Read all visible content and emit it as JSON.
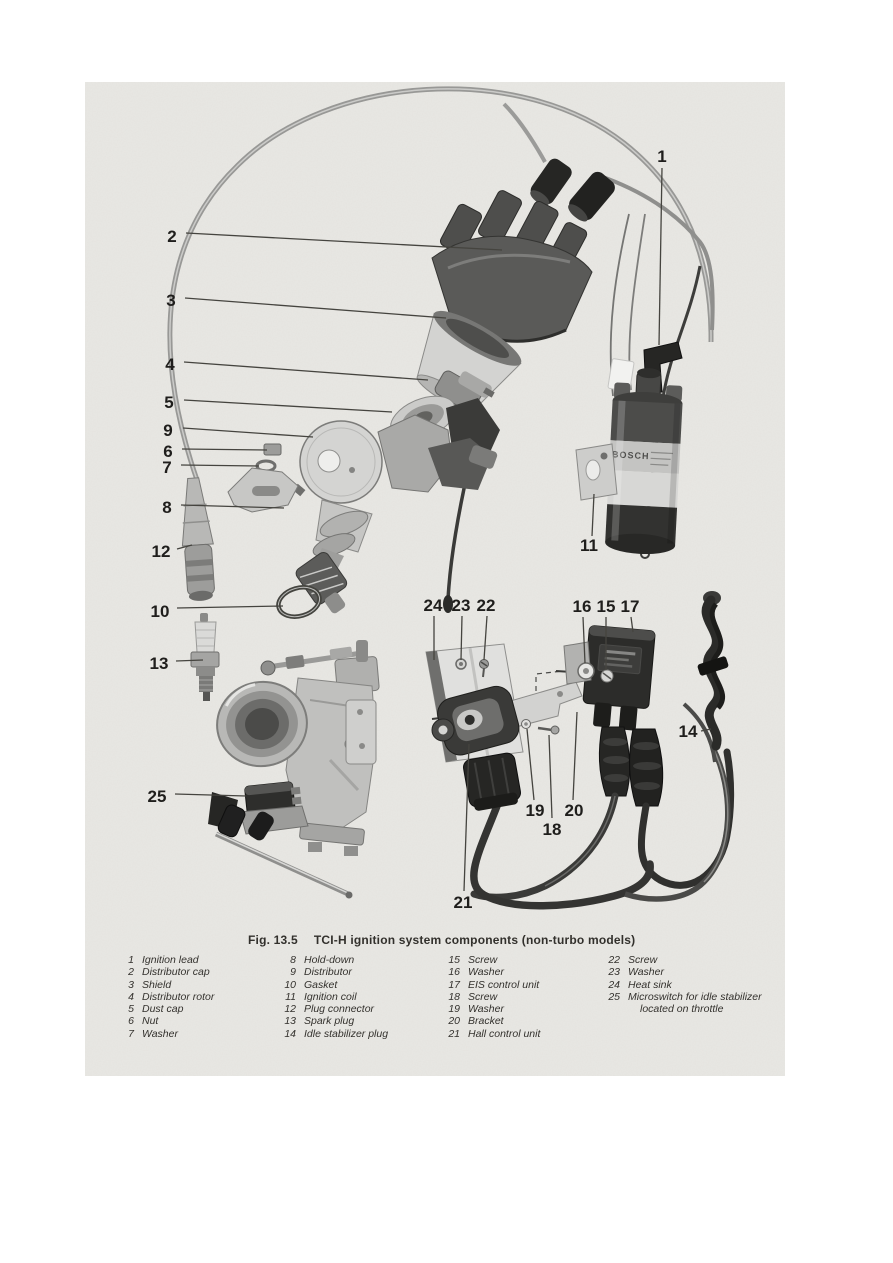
{
  "document": {
    "type": "scanned-manual-page",
    "caption": {
      "fig_label": "Fig. 13.5",
      "title": "TCI-H ignition system components (non-turbo models)"
    },
    "coil_brand": "BOSCH",
    "colors": {
      "paper": "#e9e8e4",
      "page_background": "#ffffff",
      "ink": "#1f1e1c",
      "line_art_gray": "#8f8f8d"
    }
  },
  "callouts": {
    "c1": "1",
    "c2": "2",
    "c3": "3",
    "c4": "4",
    "c5": "5",
    "c6": "6",
    "c7": "7",
    "c8": "8",
    "c9": "9",
    "c10": "10",
    "c11": "11",
    "c12": "12",
    "c13": "13",
    "c14": "14",
    "c15": "15",
    "c16": "16",
    "c17": "17",
    "c18": "18",
    "c19": "19",
    "c20": "20",
    "c21": "21",
    "c22": "22",
    "c23": "23",
    "c24": "24",
    "c25": "25"
  },
  "legend": {
    "col1": [
      {
        "num": "1",
        "label": "Ignition lead"
      },
      {
        "num": "2",
        "label": "Distributor cap"
      },
      {
        "num": "3",
        "label": "Shield"
      },
      {
        "num": "4",
        "label": "Distributor rotor"
      },
      {
        "num": "5",
        "label": "Dust cap"
      },
      {
        "num": "6",
        "label": "Nut"
      },
      {
        "num": "7",
        "label": "Washer"
      }
    ],
    "col2": [
      {
        "num": "8",
        "label": "Hold-down"
      },
      {
        "num": "9",
        "label": "Distributor"
      },
      {
        "num": "10",
        "label": "Gasket"
      },
      {
        "num": "11",
        "label": "Ignition coil"
      },
      {
        "num": "12",
        "label": "Plug connector"
      },
      {
        "num": "13",
        "label": "Spark plug"
      },
      {
        "num": "14",
        "label": "Idle stabilizer plug"
      }
    ],
    "col3": [
      {
        "num": "15",
        "label": "Screw"
      },
      {
        "num": "16",
        "label": "Washer"
      },
      {
        "num": "17",
        "label": "EIS control unit"
      },
      {
        "num": "18",
        "label": "Screw"
      },
      {
        "num": "19",
        "label": "Washer"
      },
      {
        "num": "20",
        "label": "Bracket"
      },
      {
        "num": "21",
        "label": "Hall control unit"
      }
    ],
    "col4": [
      {
        "num": "22",
        "label": "Screw"
      },
      {
        "num": "23",
        "label": "Washer"
      },
      {
        "num": "24",
        "label": "Heat sink"
      },
      {
        "num": "25",
        "label": "Microswitch for idle stabilizer located on throttle"
      }
    ]
  }
}
